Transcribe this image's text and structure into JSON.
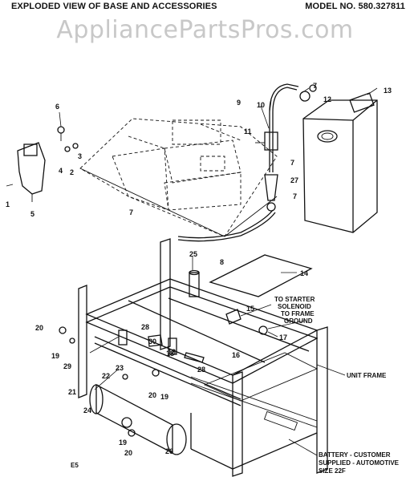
{
  "header": {
    "title": "EXPLODED VIEW OF BASE AND ACCESSORIES",
    "model": "MODEL NO. 580.327811"
  },
  "watermark": "AppliancePartsPros.com",
  "callouts": [
    "1",
    "2",
    "3",
    "4",
    "5",
    "6",
    "7",
    "7",
    "7",
    "7",
    "8",
    "9",
    "10",
    "11",
    "12",
    "13",
    "14",
    "15",
    "16",
    "17",
    "18",
    "19",
    "19",
    "20",
    "20",
    "20",
    "21",
    "22",
    "23",
    "24",
    "25",
    "26",
    "27",
    "28",
    "28",
    "29",
    "30",
    "18",
    "19"
  ],
  "notes": {
    "starter": [
      "TO STARTER",
      "SOLENOID",
      "TO FRAME",
      "GROUND"
    ],
    "unit_frame": "UNIT FRAME",
    "battery": [
      "BATTERY - CUSTOMER",
      "SUPPLIED - AUTOMOTIVE",
      "SIZE 22F"
    ]
  },
  "footer_code": "E5"
}
